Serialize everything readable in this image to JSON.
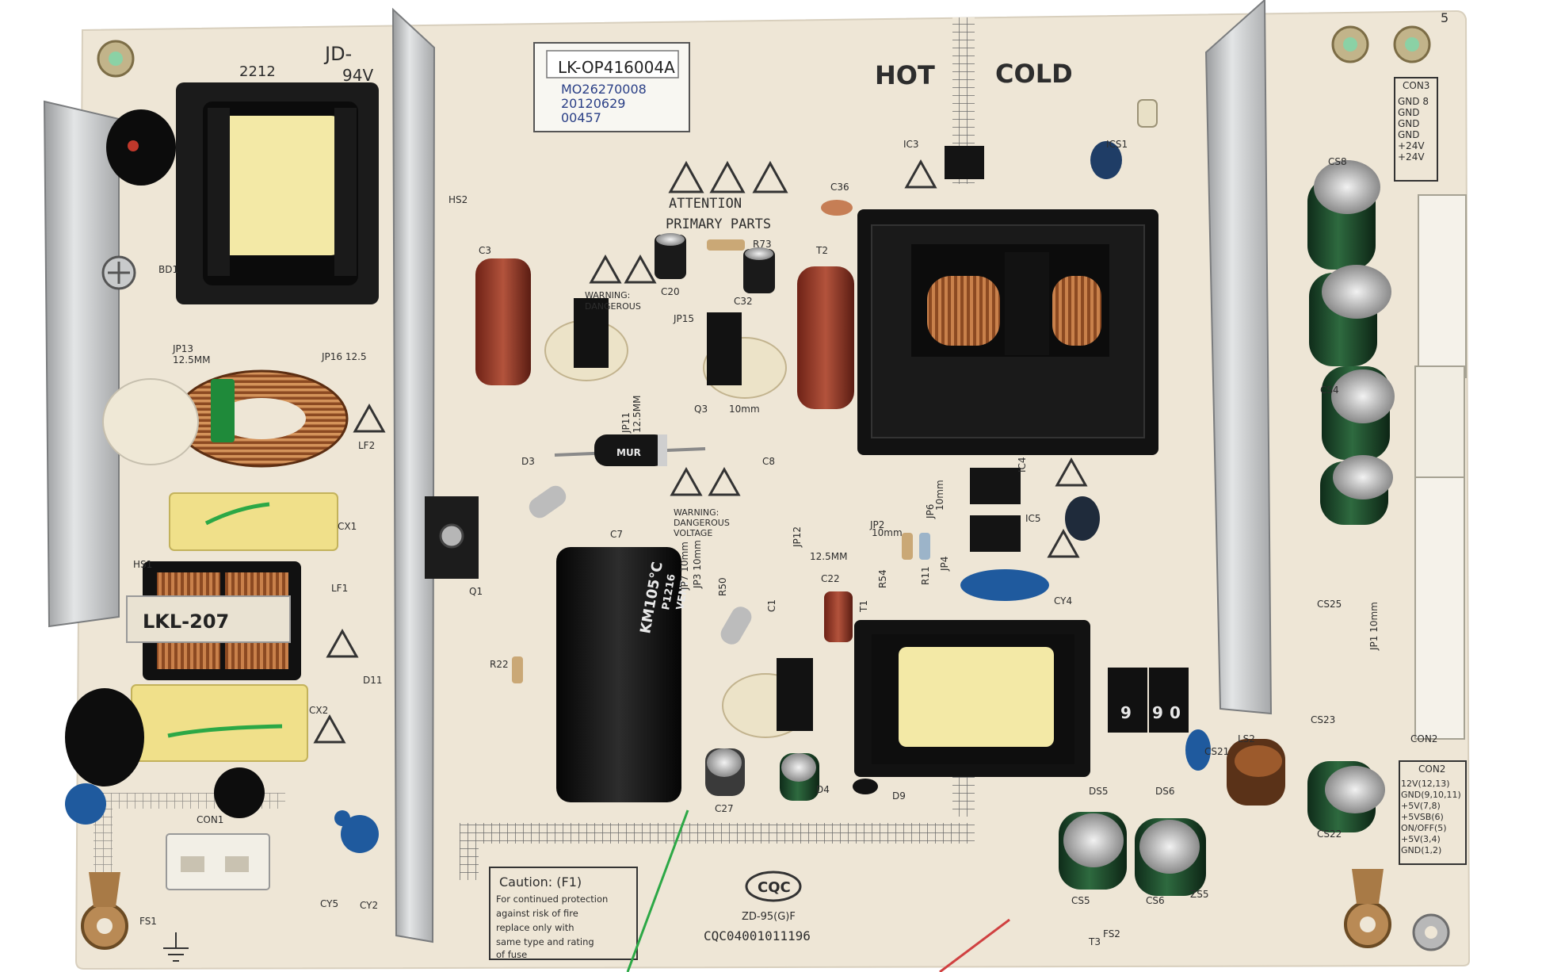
{
  "board": {
    "model_label": {
      "line1": "LK-OP416004A",
      "line2": "MO26270008",
      "line3": "20120629",
      "line4": "00457"
    },
    "hot_label": "HOT",
    "cold_label": "COLD",
    "attention_line1": "ATTENTION",
    "attention_line2": "PRIMARY PARTS",
    "warning_dangerous": "WARNING:\nDANGEROUS\nVOLTAGE",
    "warning_short": "WARNING:",
    "warning_short2": "DANGEROUS",
    "caution_title": "Caution: (F1)",
    "caution_body": [
      "For continued protection",
      "against risk of fire",
      "replace only with",
      "same type and rating",
      "of fuse"
    ],
    "cqc_logo": "CQC",
    "cqc_line1": "ZD-95(G)F",
    "cqc_line2": "CQC04001011196",
    "brand_mark": "JD-",
    "brand_num": "2212",
    "rating": "94V",
    "corner_number": "5",
    "filter_label": "LKL-207",
    "cap_print": "KM105°C",
    "cap_print_sub": "P1216",
    "cap_print_vent": "VENT",
    "diode_print": "MUR",
    "con3": {
      "title": "CON3",
      "pins": [
        "GND 8",
        "GND",
        "GND",
        "GND",
        "+24V",
        "+24V"
      ]
    },
    "con2": {
      "title": "CON2",
      "pins": [
        "12V(12,13)",
        "GND(9,10,11)",
        "+5V(7,8)",
        "+5VSB(6)",
        "ON/OFF(5)",
        "+5V(3,4)",
        "GND(1,2)"
      ]
    },
    "designators": [
      "C3",
      "C20",
      "C32",
      "R73",
      "T2",
      "C36",
      "IC3",
      "ICS1",
      "CS8",
      "HS2",
      "BD1",
      "JP13",
      "12.5MM",
      "JP16 12.5",
      "LF2",
      "CX1",
      "HS1",
      "LF1",
      "CX2",
      "D11",
      "CON1",
      "CY5",
      "CY2",
      "FS1",
      "JP15",
      "Q3",
      "10mm",
      "JP11",
      "12.5MM",
      "D3",
      "C8",
      "C7",
      "Q1",
      "R22",
      "R50",
      "JP7 10mm",
      "JP3 10mm",
      "JP12",
      "12.5MM",
      "C22",
      "C1",
      "T1",
      "JP2",
      "10mm",
      "R54",
      "R11",
      "JP4",
      "JP6",
      "10mm",
      "IC4",
      "IC5",
      "CY4",
      "CS4",
      "CS25",
      "CS23",
      "JP1 10mm",
      "CON2",
      "DS5",
      "DS6",
      "ZS5",
      "CS5",
      "CS6",
      "LS2",
      "CS21",
      "CS22",
      "C27",
      "D9",
      "FS2",
      "D4",
      "T3"
    ],
    "chip_digits": [
      "9",
      "9",
      "0"
    ]
  },
  "colors": {
    "pcb": "#eee6d6",
    "silkscreen": "#2d2d2d",
    "transformer_core": "#1a1a1a",
    "tape_yellow": "#f2e7a3",
    "copper": "#b46a3a",
    "cap_green": "#1e4a2e",
    "cap_blue": "#1f5a9e",
    "heatsink": "#c9cbcc",
    "film_cap_red": "#9a3a2a",
    "electrolytic_black": "#151515",
    "pen_green": "#2ca846",
    "pen_red": "#d04141"
  },
  "icons": [
    "warning-triangle-icon",
    "lightning-triangle-icon",
    "esd-triangle-icon",
    "ground-icon",
    "screw-icon"
  ]
}
